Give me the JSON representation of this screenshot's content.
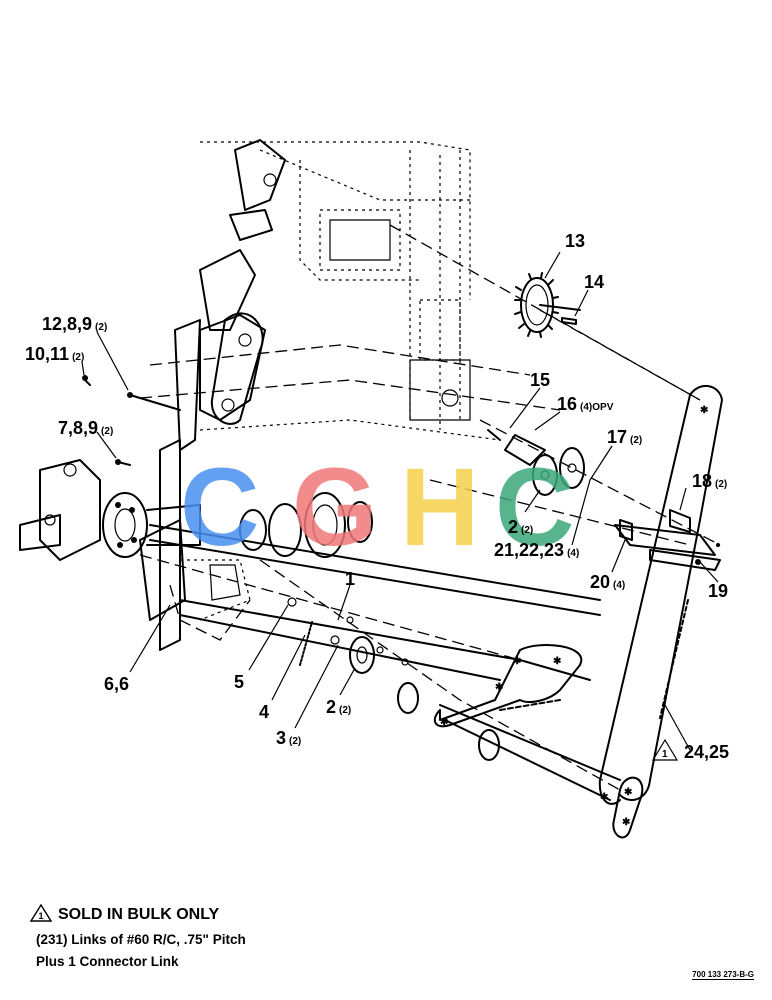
{
  "callouts": [
    {
      "id": "c13",
      "text": "13"
    },
    {
      "id": "c14",
      "text": "14"
    },
    {
      "id": "c12",
      "text": "12,8,9",
      "qty": "(2)"
    },
    {
      "id": "c10",
      "text": "10,11",
      "qty": "(2)"
    },
    {
      "id": "c15",
      "text": "15"
    },
    {
      "id": "c16",
      "text": "16",
      "qty": "(4)OPV"
    },
    {
      "id": "c7",
      "text": "7,8,9",
      "qty": "(2)"
    },
    {
      "id": "c17",
      "text": "17",
      "qty": "(2)"
    },
    {
      "id": "c18",
      "text": "18",
      "qty": "(2)"
    },
    {
      "id": "c2a",
      "text": "2",
      "qty": "(2)"
    },
    {
      "id": "c21",
      "text": "21,22,23",
      "qty": "(4)"
    },
    {
      "id": "c20",
      "text": "20",
      "qty": "(4)"
    },
    {
      "id": "c19",
      "text": "19"
    },
    {
      "id": "c1",
      "text": "1"
    },
    {
      "id": "c6",
      "text": "6,6"
    },
    {
      "id": "c5",
      "text": "5"
    },
    {
      "id": "c4",
      "text": "4"
    },
    {
      "id": "c2b",
      "text": "2",
      "qty": "(2)"
    },
    {
      "id": "c3",
      "text": "3",
      "qty": "(2)"
    },
    {
      "id": "c24",
      "text": "24,25",
      "marker": "1"
    }
  ],
  "note": {
    "marker": "1",
    "title": "SOLD IN BULK ONLY",
    "line1": "(231) Links of #60 R/C, .75\" Pitch",
    "line2": "Plus 1 Connector Link"
  },
  "drawing_number": "700 133 273-B-G",
  "watermark": {
    "text": "CGHC",
    "colors": [
      "#4a90f0",
      "#f07878",
      "#f5d04a",
      "#3aa878"
    ]
  }
}
